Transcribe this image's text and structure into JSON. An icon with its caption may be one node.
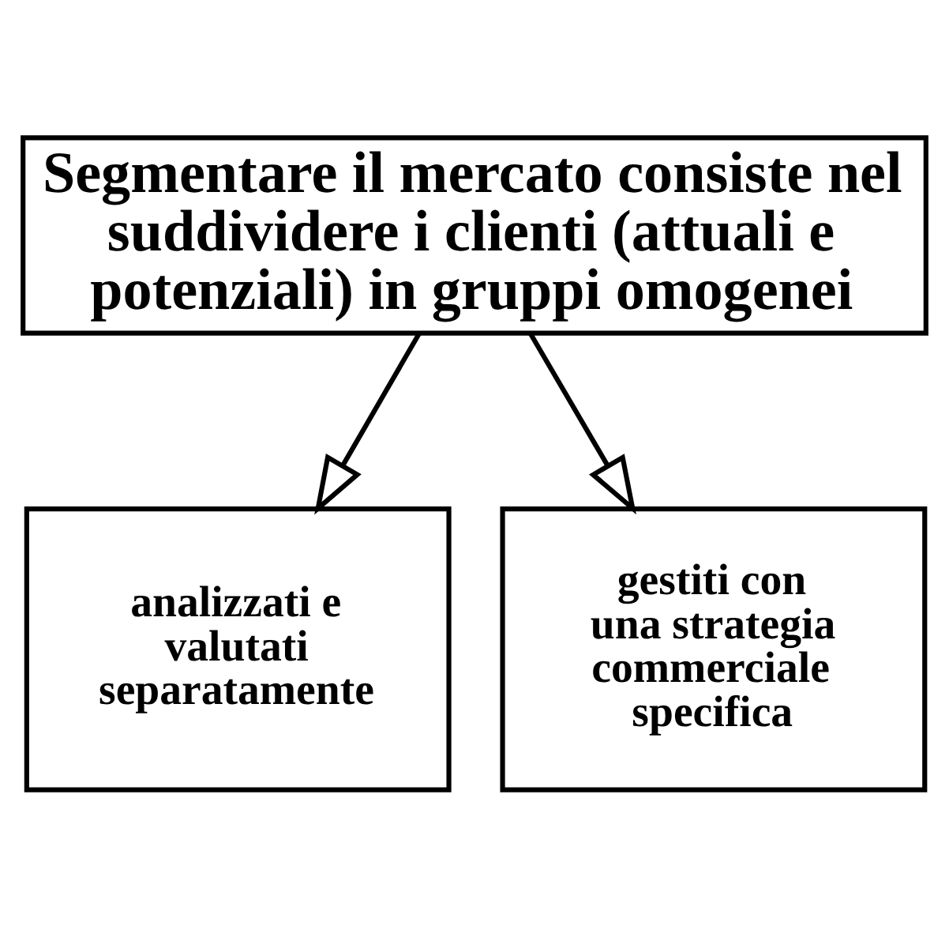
{
  "diagram": {
    "nodes": [
      {
        "text": [
          "Segmentare il mercato consiste nel suddividere i clienti (attuali e potenziali) in gruppi omogenei"
        ]
      },
      {
        "text": [
          "analizzati e valutati separatamente"
        ]
      },
      {
        "text": [
          "gestiti con una strategia commerciale specifica"
        ]
      }
    ],
    "edges": [
      {
        "from": 0,
        "to": 1,
        "arrow": "to"
      },
      {
        "from": 0,
        "to": 2,
        "arrow": "to"
      }
    ]
  }
}
